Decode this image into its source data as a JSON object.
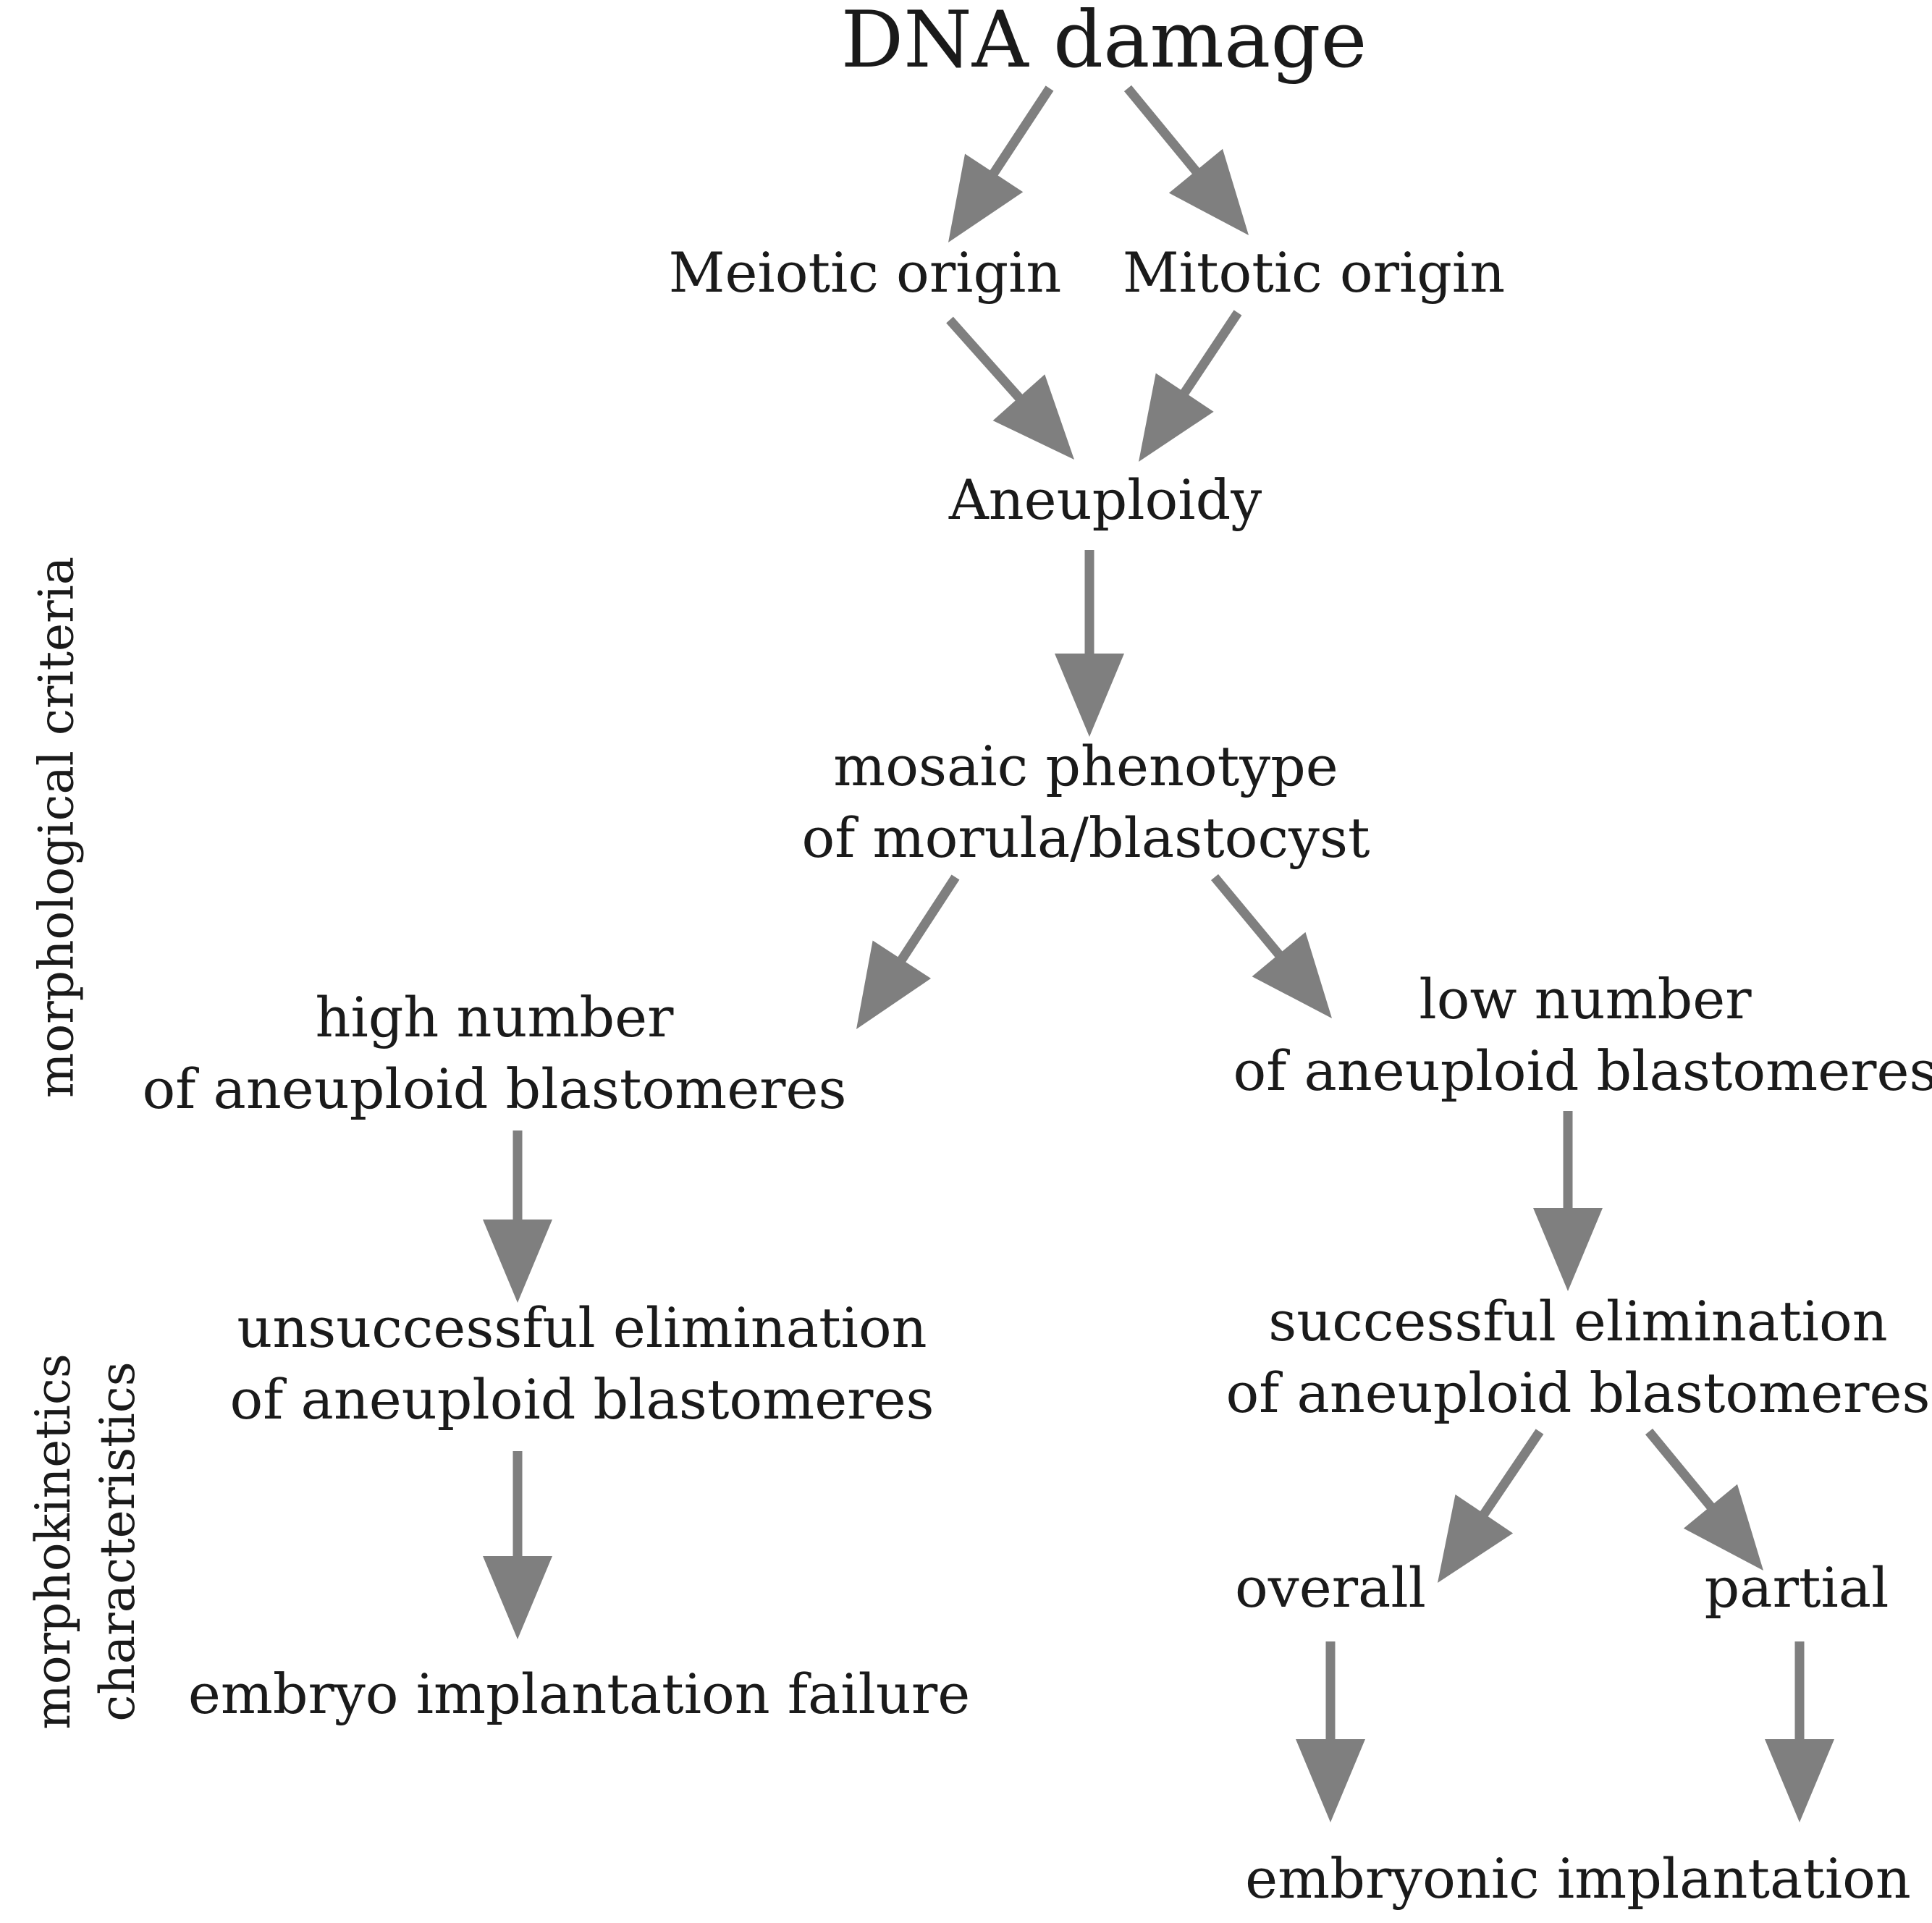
{
  "diagram": {
    "root": "DNA damage",
    "meiotic": "Meiotic origin",
    "mitotic": "Mitotic origin",
    "aneuploidy": "Aneuploidy",
    "mosaic": [
      "mosaic phenotype",
      "of morula/blastocyst"
    ],
    "high": [
      "high number",
      "of aneuploid blastomeres"
    ],
    "low": [
      "low number",
      "of aneuploid blastomeres"
    ],
    "unsuccessful": [
      "unsuccessful elimination",
      "of aneuploid blastomeres"
    ],
    "successful": [
      "successful elimination",
      "of aneuploid blastomeres"
    ],
    "overall": "overall",
    "partial": "partial",
    "failure": "embryo implantation failure",
    "implantation": "embryonic implantation"
  },
  "side_labels": {
    "morphological": "morphological criteria",
    "morphokinetics": [
      "morphokinetics",
      "characteristics"
    ]
  },
  "colors": {
    "arrow": "#7f7f7f",
    "text": "#1a1a1a"
  }
}
